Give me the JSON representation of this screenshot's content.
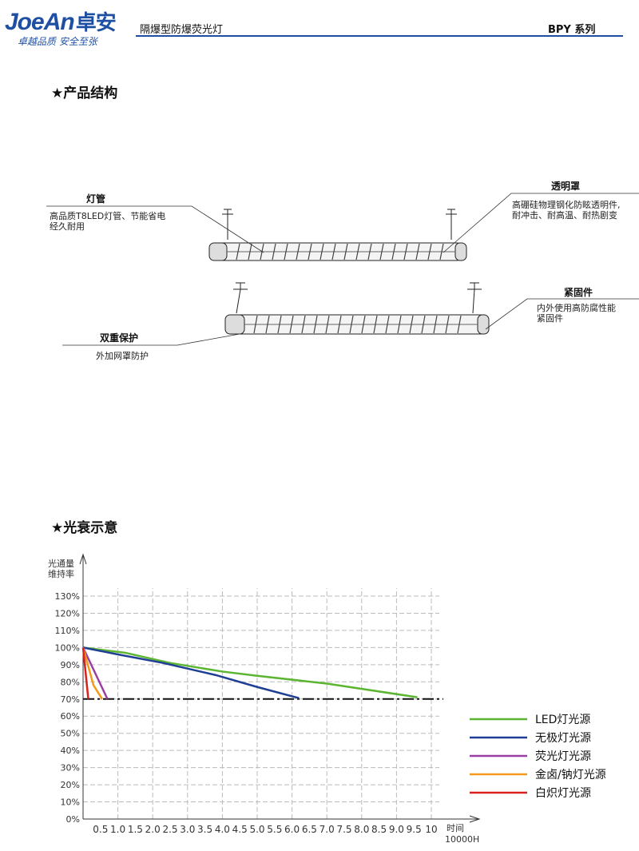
{
  "header": {
    "brand_latin": "JoeAn",
    "brand_cn": "卓安",
    "slogan": "卓越品质  安全至张",
    "title": "隔爆型防爆荧光灯",
    "series": "BPY 系列",
    "brand_color": "#1e4fa3"
  },
  "structure": {
    "heading": "★产品结构",
    "callouts": {
      "tube": {
        "head": "灯管",
        "body": [
          "高品质T8LED灯管、节能省电",
          "经久耐用"
        ]
      },
      "cover": {
        "head": "透明罩",
        "body": [
          "高硼硅物理钢化防眩透明件,",
          "耐冲击、耐高温、耐热剧变"
        ]
      },
      "fastener": {
        "head": "紧固件",
        "body": [
          "内外使用高防腐性能",
          "紧固件"
        ]
      },
      "protection": {
        "head": "双重保护",
        "body": [
          "外加网罩防护"
        ]
      }
    }
  },
  "decay": {
    "heading": "★光衰示意"
  },
  "chart_data": {
    "type": "line",
    "ylabel": [
      "光通量",
      "维持率"
    ],
    "xlabel": [
      "时间",
      "10000H"
    ],
    "y_ticks": [
      "0%",
      "10%",
      "20%",
      "30%",
      "40%",
      "50%",
      "60%",
      "70%",
      "80%",
      "90%",
      "100%",
      "110%",
      "120%",
      "130%"
    ],
    "x_ticks": [
      "0.5",
      "1.0",
      "1.5",
      "2.0",
      "2.5",
      "3.0",
      "3.5",
      "4.0",
      "4.5",
      "5.0",
      "5.5",
      "6.0",
      "6.5",
      "7.0",
      "7.5",
      "8.0",
      "8.5",
      "9.0",
      "9.5",
      "10"
    ],
    "ylim": [
      0,
      130
    ],
    "xlim": [
      0,
      10
    ],
    "reference_line": 70,
    "series": [
      {
        "name": "LED灯光源",
        "color": "#5cb531",
        "points": [
          [
            0,
            100
          ],
          [
            1.2,
            97
          ],
          [
            2.5,
            91
          ],
          [
            4,
            86
          ],
          [
            5,
            83.5
          ],
          [
            7,
            79
          ],
          [
            9.6,
            71
          ]
        ]
      },
      {
        "name": "无极灯光源",
        "color": "#1f3f95",
        "points": [
          [
            0,
            100
          ],
          [
            1,
            96
          ],
          [
            2.3,
            91
          ],
          [
            3.8,
            84
          ],
          [
            5,
            77
          ],
          [
            6.2,
            70.5
          ]
        ]
      },
      {
        "name": "荧光灯光源",
        "color": "#9b3ea3",
        "points": [
          [
            0,
            100
          ],
          [
            0.7,
            70
          ]
        ]
      },
      {
        "name": "金卤/钠灯光源",
        "color": "#f39a1c",
        "points": [
          [
            0,
            100
          ],
          [
            0.3,
            78
          ],
          [
            0.55,
            70
          ]
        ]
      },
      {
        "name": "白炽灯光源",
        "color": "#d9211d",
        "points": [
          [
            0,
            100
          ],
          [
            0.15,
            70
          ]
        ]
      }
    ]
  }
}
